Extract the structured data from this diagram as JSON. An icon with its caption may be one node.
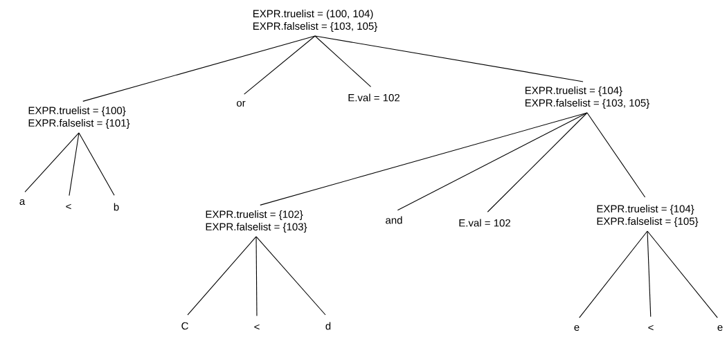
{
  "diagram": {
    "nodes": [
      {
        "text": [
          "EXPR.truelist = (100, 104)",
          "EXPR.falselist = {103, 105}"
        ]
      },
      {
        "text": [
          "EXPR.truelist = {100}",
          "EXPR.falselist = {101}"
        ]
      },
      {
        "text": [
          "or"
        ]
      },
      {
        "text": [
          "E.val = 102"
        ]
      },
      {
        "text": [
          "EXPR.truelist = {104}",
          "EXPR.falselist = {103, 105}"
        ]
      },
      {
        "text": [
          "a"
        ]
      },
      {
        "text": [
          "<"
        ]
      },
      {
        "text": [
          "b"
        ]
      },
      {
        "text": [
          "EXPR.truelist = {102}",
          "EXPR.falselist = {103}"
        ]
      },
      {
        "text": [
          "and"
        ]
      },
      {
        "text": [
          "E.val = 102"
        ]
      },
      {
        "text": [
          "EXPR.truelist = {104}",
          "EXPR.falselist = {105}"
        ]
      },
      {
        "text": [
          "C"
        ]
      },
      {
        "text": [
          "<"
        ]
      },
      {
        "text": [
          "d"
        ]
      },
      {
        "text": [
          "e"
        ]
      },
      {
        "text": [
          "<"
        ]
      },
      {
        "text": [
          "e"
        ]
      }
    ],
    "edges": [
      {
        "from": 0,
        "to": 1,
        "arrow": "none"
      },
      {
        "from": 0,
        "to": 2,
        "arrow": "none"
      },
      {
        "from": 0,
        "to": 3,
        "arrow": "none"
      },
      {
        "from": 0,
        "to": 4,
        "arrow": "none"
      },
      {
        "from": 1,
        "to": 5,
        "arrow": "none"
      },
      {
        "from": 1,
        "to": 6,
        "arrow": "none"
      },
      {
        "from": 1,
        "to": 7,
        "arrow": "none"
      },
      {
        "from": 4,
        "to": 8,
        "arrow": "none"
      },
      {
        "from": 4,
        "to": 9,
        "arrow": "none"
      },
      {
        "from": 4,
        "to": 10,
        "arrow": "none"
      },
      {
        "from": 4,
        "to": 11,
        "arrow": "none"
      },
      {
        "from": 8,
        "to": 12,
        "arrow": "none"
      },
      {
        "from": 8,
        "to": 13,
        "arrow": "none"
      },
      {
        "from": 8,
        "to": 14,
        "arrow": "none"
      },
      {
        "from": 11,
        "to": 15,
        "arrow": "none"
      },
      {
        "from": 11,
        "to": 16,
        "arrow": "none"
      },
      {
        "from": 11,
        "to": 17,
        "arrow": "none"
      }
    ]
  }
}
